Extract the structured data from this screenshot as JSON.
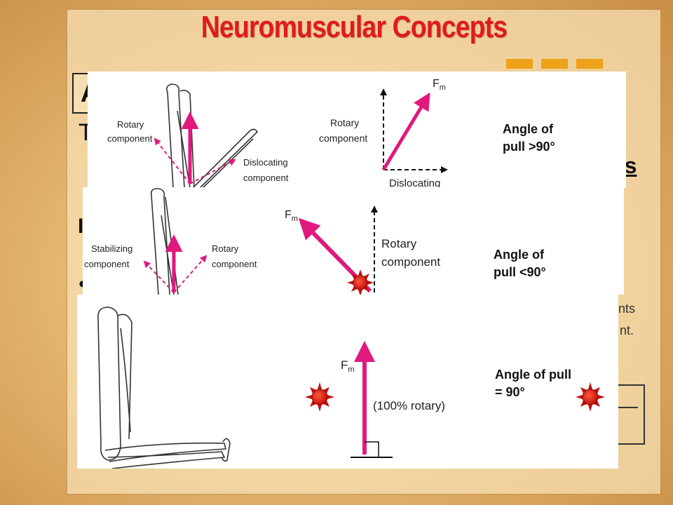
{
  "slide": {
    "title": "Neuromuscular Concepts",
    "background_color": "#e4b773",
    "accent_color": "#eea21a",
    "title_color": "#e01b1b",
    "arrow_color": "#e0197d"
  },
  "background_fragments": {
    "box_letter": "A",
    "t_letter": "T",
    "ts_fragment": "ts",
    "l_letter": "I",
    "bullet": "•",
    "ents_fragment": "ents",
    "nt_fragment": "nt."
  },
  "panels": [
    {
      "angle_label": "Angle of\npull  >90°",
      "arm_labels": {
        "rotary": "Rotary\ncomponent",
        "other": "Dislocating\ncomponent"
      },
      "vector_labels": {
        "force": "F",
        "force_sub": "m",
        "rotary": "Rotary\ncomponent",
        "other": "Dislocating"
      }
    },
    {
      "angle_label": "Angle of\npull  <90°",
      "arm_labels": {
        "stabilizing": "Stabilizing\ncomponent",
        "rotary": "Rotary\ncomponent"
      },
      "vector_labels": {
        "force": "F",
        "force_sub": "m",
        "rotary": "Rotary\ncomponent"
      }
    },
    {
      "angle_label": "Angle of pull\n= 90°",
      "vector_labels": {
        "force": "F",
        "force_sub": "m",
        "rotary": "(100% rotary)"
      }
    }
  ]
}
